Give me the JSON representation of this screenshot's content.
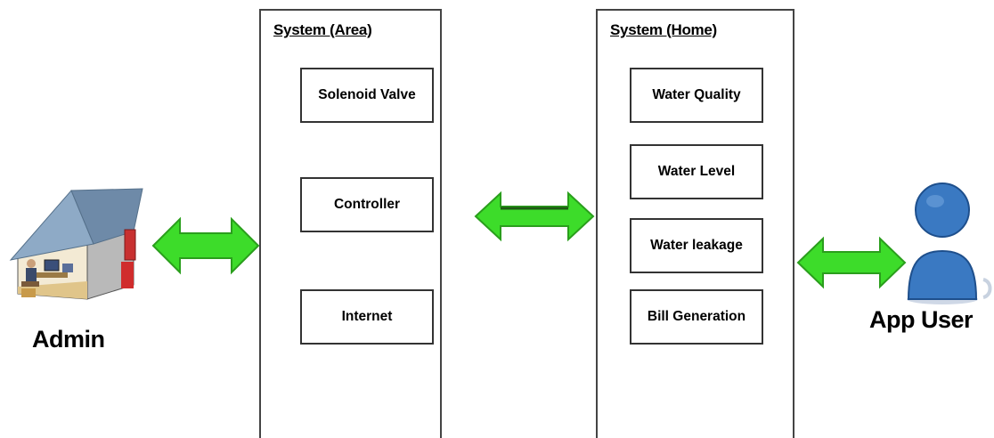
{
  "left_actor": {
    "label": "Admin",
    "icon": "house-office-icon"
  },
  "right_actor": {
    "label": "App User",
    "icon": "user-silhouette-icon"
  },
  "system_area": {
    "title": "System (Area)",
    "items": [
      "Solenoid Valve",
      "Controller",
      "Internet"
    ]
  },
  "system_home": {
    "title": "System (Home)",
    "items": [
      "Water Quality",
      "Water Level",
      "Water leakage",
      "Bill Generation"
    ]
  },
  "colors": {
    "arrow_fill": "#3ddc2a",
    "arrow_stroke": "#2a9e1c",
    "user_blue": "#3a79c2",
    "house_roof": "#7f9bb8"
  }
}
